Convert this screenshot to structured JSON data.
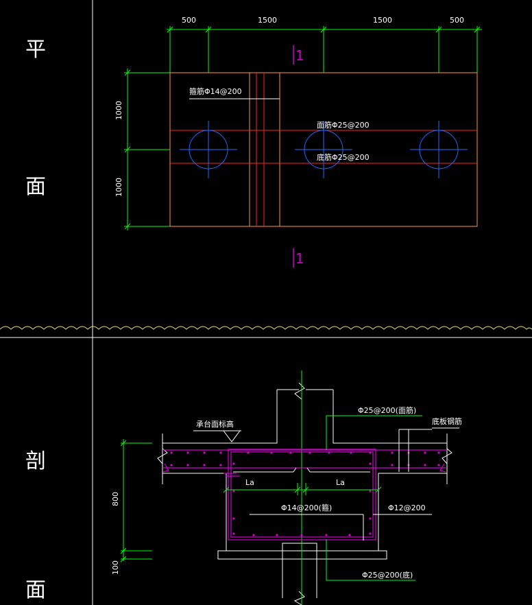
{
  "side_labels": {
    "plan": [
      "平",
      "面"
    ],
    "section": [
      "剖",
      "面"
    ]
  },
  "plan": {
    "dims_top": [
      "500",
      "1500",
      "1500",
      "500"
    ],
    "dims_left": [
      "1000",
      "1000"
    ],
    "section_mark_top": "1",
    "section_mark_bottom": "1",
    "labels": {
      "stirrup": "箍筋Φ14@200",
      "top_bar": "面筋Φ25@200",
      "bottom_bar": "底筋Φ25@200"
    }
  },
  "section": {
    "dim_height": "800",
    "dim_pad": "100",
    "labels": {
      "cap_top_elev": "承台面标高",
      "top_bar": "Φ25@200(面筋)",
      "slab_bottom_bar": "底板钢筋",
      "la_left": "La",
      "la_right": "La",
      "stirrup": "Φ14@200(箍)",
      "side_bar": "Φ12@200",
      "bottom_bar": "Φ25@200(底)"
    }
  },
  "colors": {
    "background": "#000000",
    "white": "#ffffff",
    "green": "#00ff00",
    "orange": "#ff9933",
    "red": "#ff2222",
    "blue": "#1e6cff",
    "magenta": "#d000d0",
    "yellow": "#dcdc6e"
  }
}
